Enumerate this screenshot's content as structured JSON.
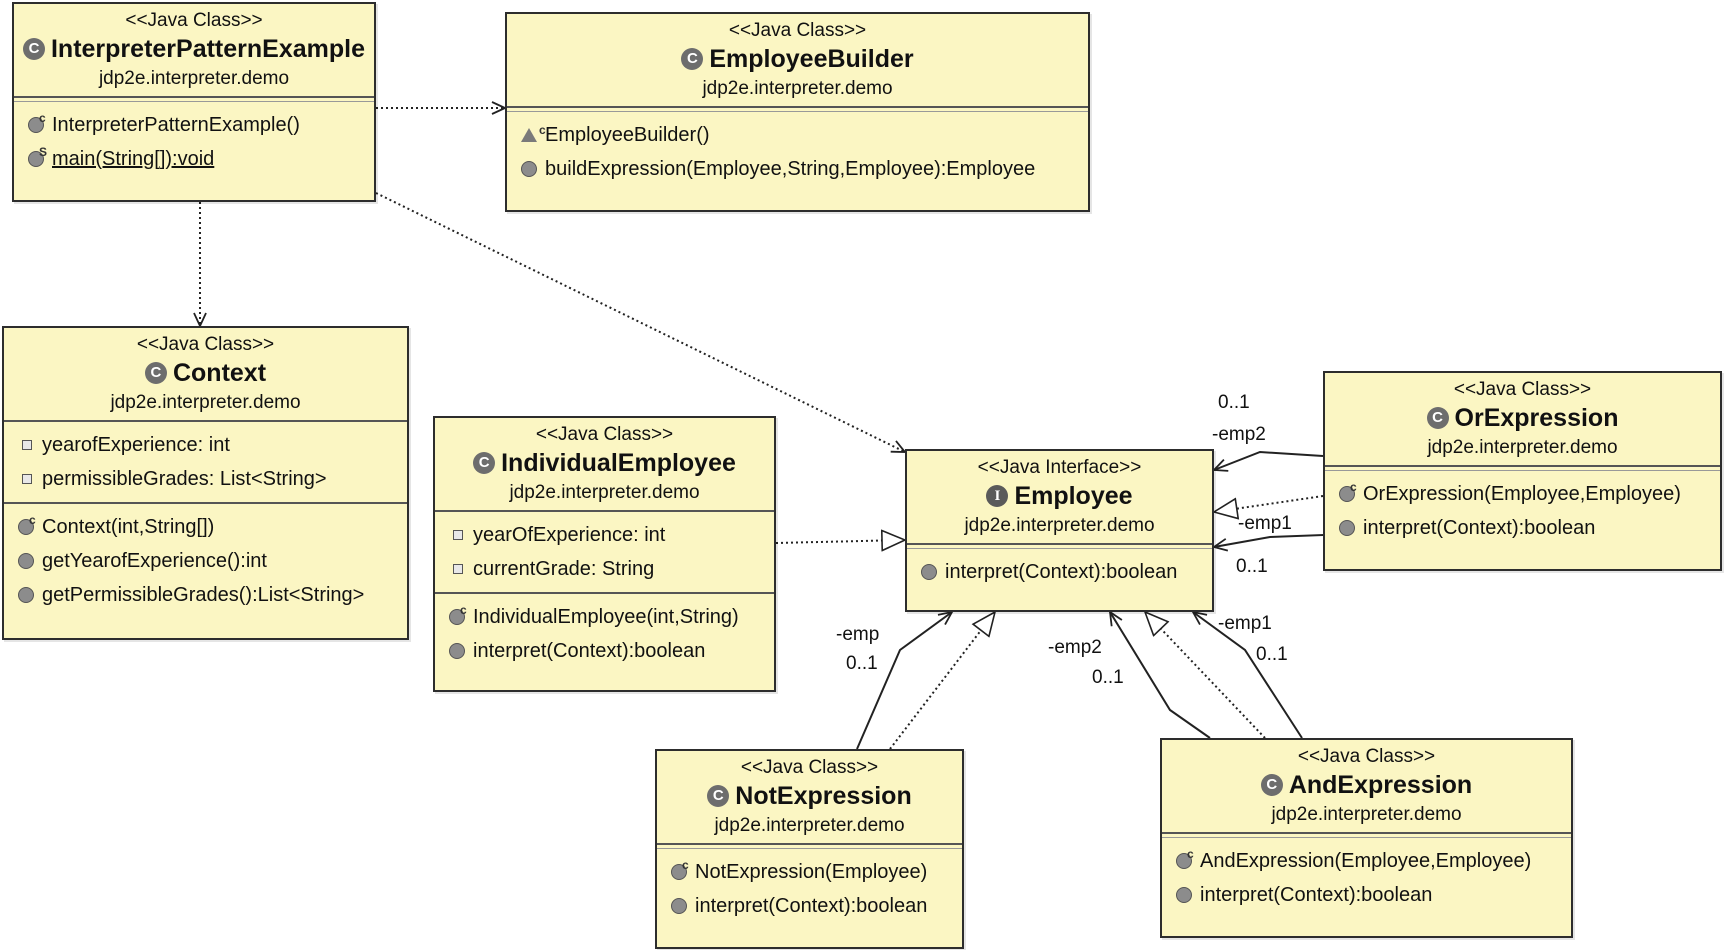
{
  "classes": {
    "interpreter_pattern_example": {
      "stereotype": "<<Java Class>>",
      "name": "InterpreterPatternExample",
      "package": "jdp2e.interpreter.demo",
      "members": [
        "InterpreterPatternExample()",
        "main(String[]):void"
      ]
    },
    "employee_builder": {
      "stereotype": "<<Java Class>>",
      "name": "EmployeeBuilder",
      "package": "jdp2e.interpreter.demo",
      "members": [
        "EmployeeBuilder()",
        "buildExpression(Employee,String,Employee):Employee"
      ]
    },
    "context": {
      "stereotype": "<<Java Class>>",
      "name": "Context",
      "package": "jdp2e.interpreter.demo",
      "fields": [
        "yearofExperience: int",
        "permissibleGrades: List<String>"
      ],
      "members": [
        "Context(int,String[])",
        "getYearofExperience():int",
        "getPermissibleGrades():List<String>"
      ]
    },
    "individual_employee": {
      "stereotype": "<<Java Class>>",
      "name": "IndividualEmployee",
      "package": "jdp2e.interpreter.demo",
      "fields": [
        "yearOfExperience: int",
        "currentGrade: String"
      ],
      "members": [
        "IndividualEmployee(int,String)",
        "interpret(Context):boolean"
      ]
    },
    "employee": {
      "stereotype": "<<Java Interface>>",
      "name": "Employee",
      "package": "jdp2e.interpreter.demo",
      "members": [
        "interpret(Context):boolean"
      ]
    },
    "or_expression": {
      "stereotype": "<<Java Class>>",
      "name": "OrExpression",
      "package": "jdp2e.interpreter.demo",
      "members": [
        "OrExpression(Employee,Employee)",
        "interpret(Context):boolean"
      ]
    },
    "not_expression": {
      "stereotype": "<<Java Class>>",
      "name": "NotExpression",
      "package": "jdp2e.interpreter.demo",
      "members": [
        "NotExpression(Employee)",
        "interpret(Context):boolean"
      ]
    },
    "and_expression": {
      "stereotype": "<<Java Class>>",
      "name": "AndExpression",
      "package": "jdp2e.interpreter.demo",
      "members": [
        "AndExpression(Employee,Employee)",
        "interpret(Context):boolean"
      ]
    }
  },
  "icons": {
    "class": "C",
    "interface": "I",
    "constructor_mark": "c",
    "static_mark": "S"
  },
  "labels": {
    "or_emp2_mult": "0..1",
    "or_emp2_role": "-emp2",
    "or_emp1_role": "-emp1",
    "or_emp1_mult": "0..1",
    "not_emp_role": "-emp",
    "not_emp_mult": "0..1",
    "and_emp2_role": "-emp2",
    "and_emp2_mult": "0..1",
    "and_emp1_role": "-emp1",
    "and_emp1_mult": "0..1"
  }
}
